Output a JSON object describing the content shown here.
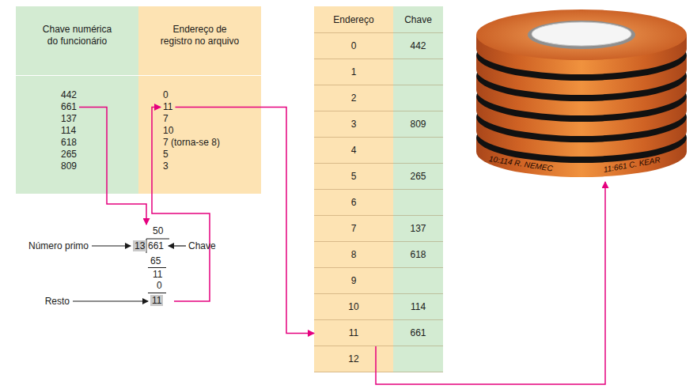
{
  "diagram": {
    "nodes": [
      {
        "text": [
          "Chave numérica do funcionário"
        ]
      },
      {
        "text": [
          "Endereço de registro no arquivo"
        ]
      },
      {
        "text": [
          "442"
        ]
      },
      {
        "text": [
          "661"
        ]
      },
      {
        "text": [
          "137"
        ]
      },
      {
        "text": [
          "114"
        ]
      },
      {
        "text": [
          "618"
        ]
      },
      {
        "text": [
          "265"
        ]
      },
      {
        "text": [
          "809"
        ]
      },
      {
        "text": [
          "0"
        ]
      },
      {
        "text": [
          "11"
        ]
      },
      {
        "text": [
          "7"
        ]
      },
      {
        "text": [
          "10"
        ]
      },
      {
        "text": [
          "7 (torna-se 8)"
        ]
      },
      {
        "text": [
          "5"
        ]
      },
      {
        "text": [
          "3"
        ]
      },
      {
        "text": [
          "50",
          "13",
          "661",
          "65",
          "11",
          "0",
          "11"
        ]
      },
      {
        "text": [
          "Endereço",
          "Chave"
        ]
      },
      {
        "text": [
          "0",
          "442"
        ]
      },
      {
        "text": [
          "1"
        ]
      },
      {
        "text": [
          "2"
        ]
      },
      {
        "text": [
          "3",
          "809"
        ]
      },
      {
        "text": [
          "4"
        ]
      },
      {
        "text": [
          "5",
          "265"
        ]
      },
      {
        "text": [
          "6"
        ]
      },
      {
        "text": [
          "7",
          "137"
        ]
      },
      {
        "text": [
          "8",
          "618"
        ]
      },
      {
        "text": [
          "9"
        ]
      },
      {
        "text": [
          "10",
          "114"
        ]
      },
      {
        "text": [
          "11",
          "661"
        ]
      },
      {
        "text": [
          "12"
        ]
      },
      {
        "text": [
          "10:114 R. NEMEC",
          "11:661 C. KEAR"
        ]
      }
    ],
    "edges": [
      {
        "from": 3,
        "to": 16,
        "arrow": "to"
      },
      {
        "from": 16,
        "to": 10,
        "arrow": "to"
      },
      {
        "from": 10,
        "to": 29,
        "arrow": "to"
      },
      {
        "from": 29,
        "to": 31,
        "arrow": "to"
      }
    ],
    "labels": [
      "Número primo",
      "Chave",
      "Resto"
    ]
  }
}
